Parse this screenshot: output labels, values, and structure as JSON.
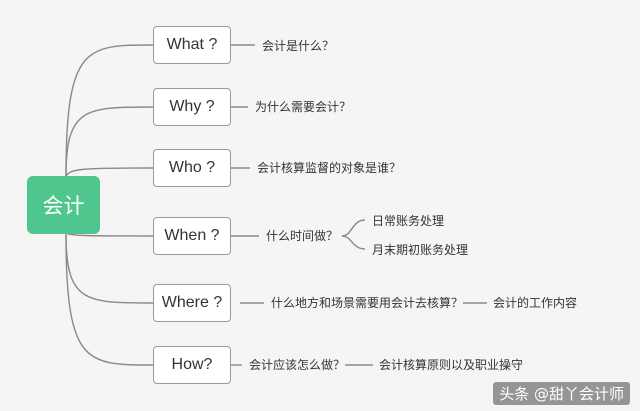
{
  "colors": {
    "root_fill": "#4fc68e",
    "connector": "#8a8a8a"
  },
  "root": {
    "label": "会计"
  },
  "branches": [
    {
      "label": "What ?",
      "detail": "会计是什么？"
    },
    {
      "label": "Why ?",
      "detail": "为什么需要会计？"
    },
    {
      "label": "Who ?",
      "detail": "会计核算监督的对象是谁？"
    },
    {
      "label": "When ?",
      "detail": "什么时间做？",
      "children": [
        "日常账务处理",
        "月末期初账务处理"
      ]
    },
    {
      "label": "Where ?",
      "detail": "什么地方和场景需要用会计去核算？",
      "extra": "会计的工作内容"
    },
    {
      "label": "How?",
      "detail": "会计应该怎么做？",
      "extra": "会计核算原则以及职业操守"
    }
  ],
  "watermark": "头条 @甜丫会计师"
}
